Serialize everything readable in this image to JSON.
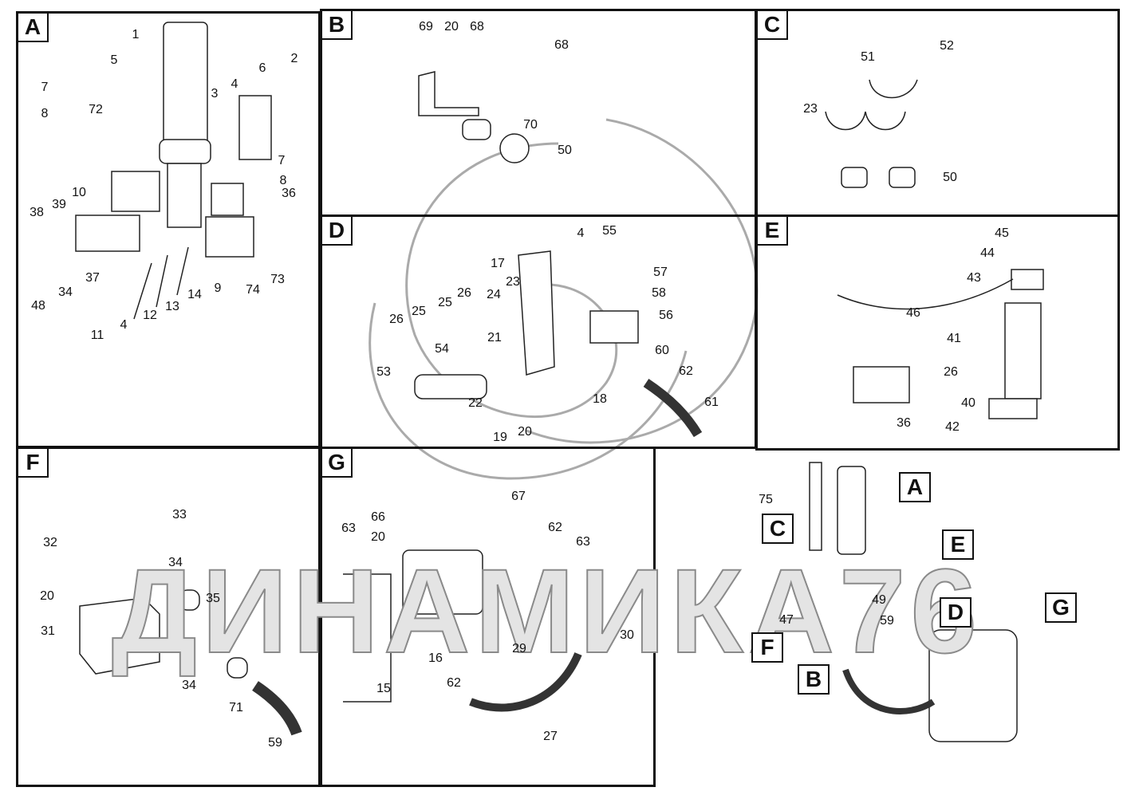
{
  "watermark": "ДИНАМИКА76",
  "panels": {
    "A": {
      "letter": "A",
      "callouts": [
        "1",
        "5",
        "2",
        "6",
        "7",
        "72",
        "4",
        "3",
        "8",
        "7",
        "8",
        "36",
        "10",
        "38",
        "39",
        "37",
        "34",
        "48",
        "11",
        "4",
        "12",
        "13",
        "14",
        "9",
        "74",
        "73"
      ]
    },
    "B": {
      "letter": "B",
      "callouts": [
        "69",
        "20",
        "68",
        "68",
        "70",
        "50"
      ]
    },
    "C": {
      "letter": "C",
      "callouts": [
        "51",
        "52",
        "23",
        "50"
      ]
    },
    "D": {
      "letter": "D",
      "callouts": [
        "4",
        "55",
        "17",
        "57",
        "23",
        "58",
        "26",
        "25",
        "24",
        "56",
        "26",
        "25",
        "21",
        "60",
        "54",
        "53",
        "62",
        "18",
        "22",
        "61",
        "19",
        "20"
      ]
    },
    "E": {
      "letter": "E",
      "callouts": [
        "45",
        "44",
        "43",
        "46",
        "41",
        "26",
        "40",
        "36",
        "42"
      ]
    },
    "F": {
      "letter": "F",
      "callouts": [
        "33",
        "32",
        "34",
        "20",
        "35",
        "31",
        "34",
        "71",
        "59"
      ]
    },
    "G": {
      "letter": "G",
      "callouts": [
        "67",
        "66",
        "20",
        "62",
        "63",
        "63",
        "30",
        "29",
        "16",
        "62",
        "15",
        "27"
      ]
    }
  },
  "overview": {
    "refs": [
      "A",
      "C",
      "E",
      "D",
      "G",
      "F",
      "B"
    ],
    "callouts": [
      "75",
      "49",
      "47",
      "59"
    ]
  }
}
